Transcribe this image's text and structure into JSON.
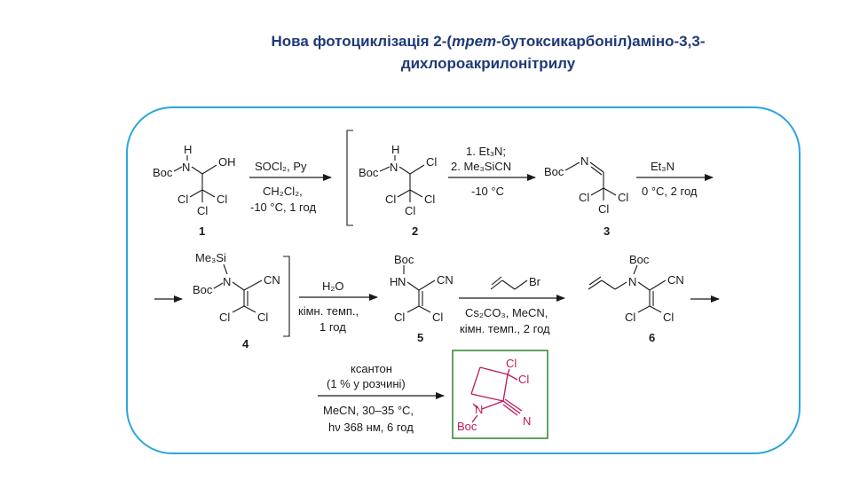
{
  "title": {
    "line1_a": "Нова фотоциклізація  2-(",
    "line1_italic": "трет",
    "line1_b": "-бутоксикарбоніл)аміно-3,3-",
    "line2": "дихлороакрилонітрилу"
  },
  "colors": {
    "frame": "#2aa6dd",
    "title": "#1f3a78",
    "product_box": "#3a8a3a",
    "product_structure": "#c0185c"
  },
  "atoms": {
    "H": "H",
    "N": "N",
    "OH": "OH",
    "Boc": "Boc",
    "Cl": "Cl",
    "CN": "CN",
    "Br": "Br",
    "Me3Si": "Me₃Si"
  },
  "compounds": [
    "1",
    "2",
    "3",
    "4",
    "5",
    "6"
  ],
  "steps": {
    "s1_top": "SOCl₂, Py",
    "s1_bot1": "CH₂Cl₂,",
    "s1_bot2": "-10 °C, 1 год",
    "s2_top1": "1. Et₃N;",
    "s2_top2": "2. Me₃SiCN",
    "s2_bot": "-10 °C",
    "s3_top": "Et₃N",
    "s3_bot": "0 °C, 2 год",
    "s4_top": "H₂O",
    "s4_bot1": "кімн. темп.,",
    "s4_bot2": "1 год",
    "s5_bot1": "Cs₂CO₃, MeCN,",
    "s5_bot2": "кімн. темп., 2 год",
    "s6_top1": "ксантон",
    "s6_top2": "(1 % у розчині)",
    "s6_bot1": "MeCN, 30–35 °C,",
    "s6_bot2": "hν 368 нм, 6 год"
  }
}
